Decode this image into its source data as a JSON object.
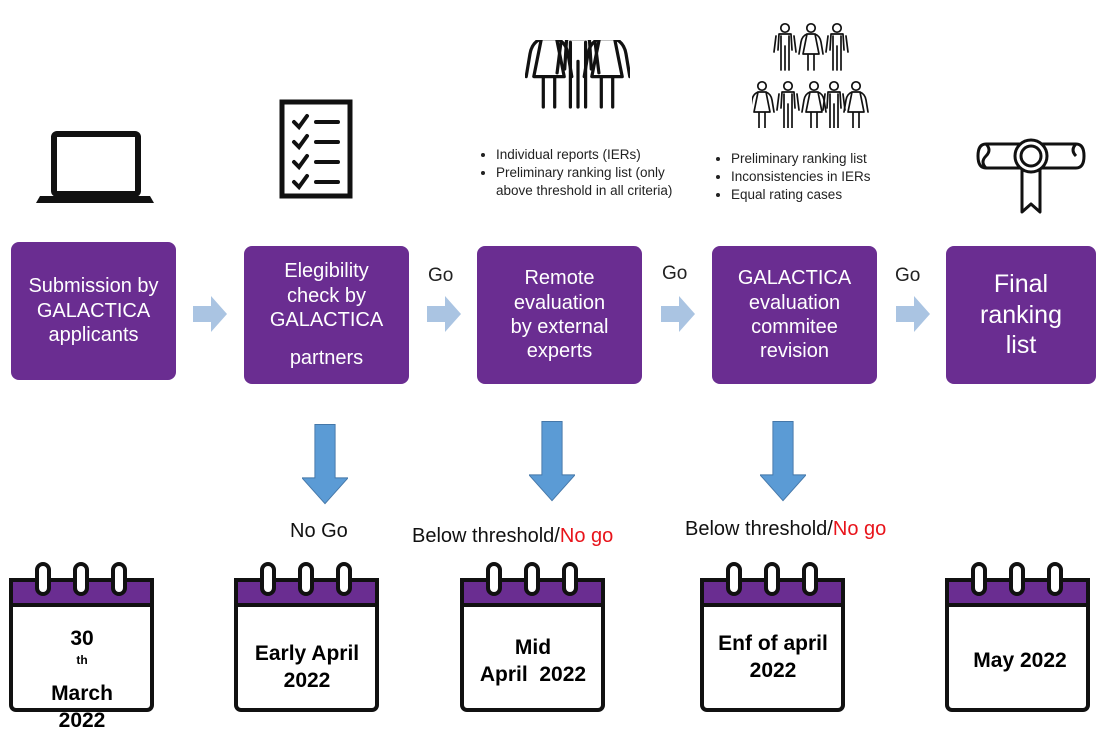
{
  "steps": [
    {
      "lines": [
        "Submission by",
        "GALACTICA",
        "applicants"
      ]
    },
    {
      "lines": [
        "Elegibility",
        "check by",
        "GALACTICA"
      ],
      "last": "partners"
    },
    {
      "lines": [
        "Remote",
        "evaluation",
        "by external",
        "experts"
      ]
    },
    {
      "lines": [
        "GALACTICA",
        "evaluation",
        "commitee",
        "revision"
      ]
    },
    {
      "lines": [
        "Final",
        "ranking",
        "list"
      ]
    }
  ],
  "go_labels": [
    "Go",
    "Go",
    "Go"
  ],
  "notes_remote": [
    "Individual reports (IERs)",
    "Preliminary ranking list (only above threshold in all criteria)"
  ],
  "notes_committee": [
    "Preliminary ranking list",
    "Inconsistencies in IERs",
    "Equal rating cases"
  ],
  "outcomes": {
    "no_go": "No Go",
    "below_1": "Below threshold/",
    "red_1": "No go",
    "below_2": "Below threshold/",
    "red_2": "No go"
  },
  "dates": {
    "d1_day": "30",
    "d1_sup": "th",
    "d1_month": " March",
    "d1_year": "2022",
    "d2_l1": "Early April",
    "d2_l2": "2022",
    "d3_l1": "Mid",
    "d3_l2": "April  2022",
    "d4_l1": "Enf of april",
    "d4_l2": "2022",
    "d5_l1": "May 2022"
  },
  "colors": {
    "box": "#6a2d91",
    "calendar_band": "#6a2d91",
    "down_arrow": "#5b9bd5",
    "right_arrow": "#aac4e2",
    "no_go": "#e8141b"
  },
  "icons": [
    "laptop-icon",
    "checklist-icon",
    "people-group-icon",
    "committee-people-icon",
    "certificate-scroll-icon",
    "calendar-icon"
  ]
}
